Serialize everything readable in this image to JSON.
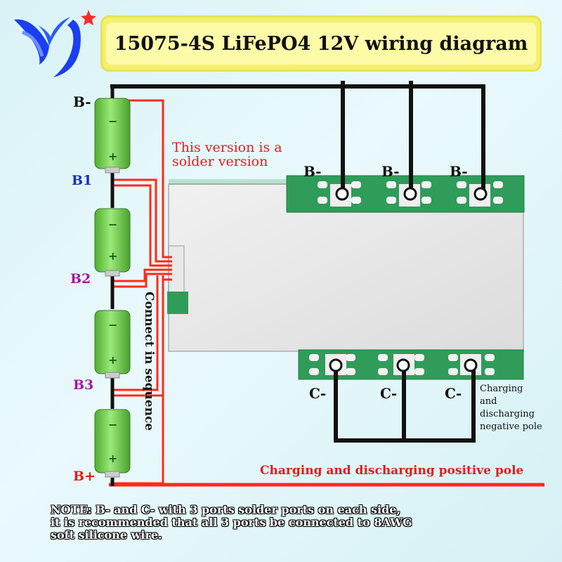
{
  "title": "15075-4S LiFePO4 12V wiring diagram",
  "labels": {
    "b_minus_top": "B-",
    "b1": "B1",
    "b2": "B2",
    "b3": "B3",
    "b_plus": "B+",
    "port_b1": "B-",
    "port_b2": "B-",
    "port_b3": "B-",
    "port_c1": "C-",
    "port_c2": "C-",
    "port_c3": "C-"
  },
  "solder_note": [
    "This version is a",
    "solder version"
  ],
  "sequence_note": "Connect in sequence",
  "negative_pole": [
    "Charging",
    "and",
    "discharging",
    "negative pole"
  ],
  "positive_pole": "Charging and discharging positive pole",
  "battery_symbols": {
    "minus": "−",
    "plus": "+"
  },
  "note": [
    "NOTE: B- and C- with 3 ports solder ports on each side,",
    "it is recommended that all 3 ports be connected to 8AWG",
    "soft silicone wire."
  ],
  "colors": {
    "title_bg": "#f4f06c",
    "wire_red": "#ff2a1a",
    "wire_black": "#111111",
    "battery_green": "#6fcf4a",
    "pcb_green": "#2f9c5a",
    "label_blue": "#1b2fb8",
    "label_purple": "#a21a9b"
  }
}
